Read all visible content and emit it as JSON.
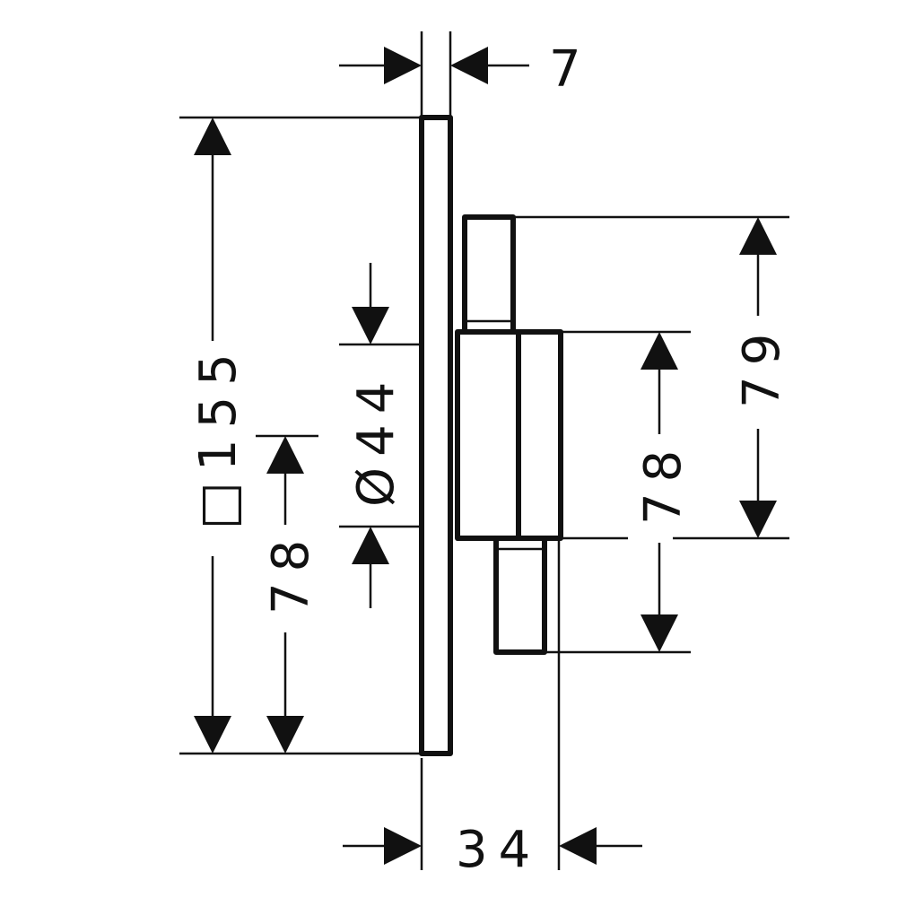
{
  "diagram": {
    "dimensions": {
      "top_thickness": "7",
      "square_size": "□155",
      "left_offset": "78",
      "diameter": "Ø44",
      "right_upper": "79",
      "right_mid": "78",
      "depth": "34"
    },
    "colors": {
      "line": "#111111",
      "background": "#ffffff"
    }
  }
}
